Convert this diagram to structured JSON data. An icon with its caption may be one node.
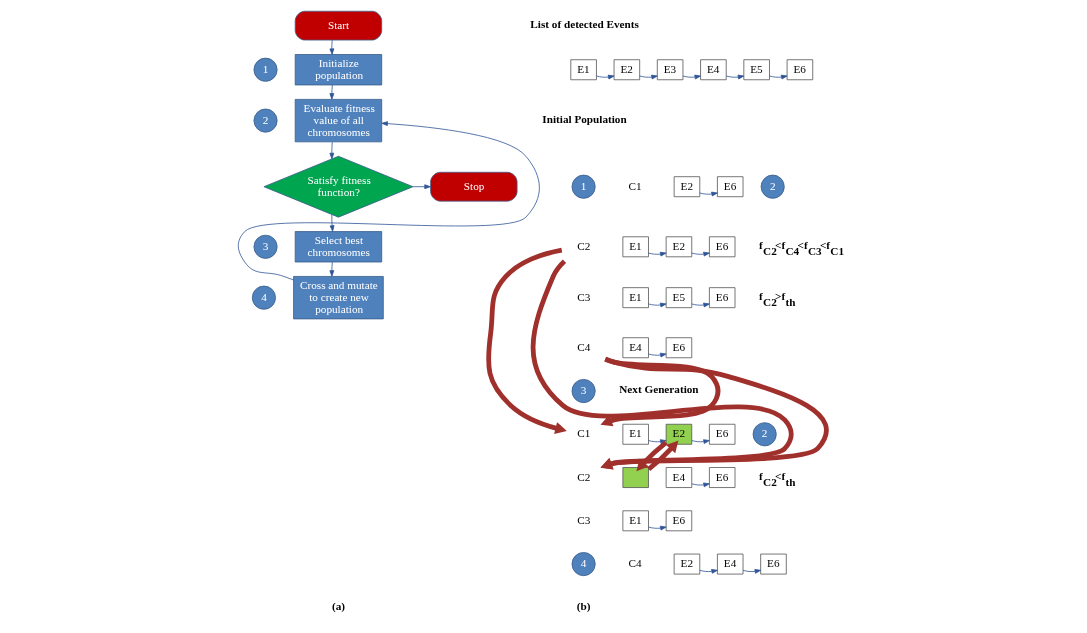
{
  "diagram": {
    "nodes": [
      {
        "text": [
          "Start"
        ]
      },
      {
        "text": [
          "1"
        ]
      },
      {
        "text": [
          "Initialize population"
        ]
      },
      {
        "text": [
          "Evaluate fitness value of all chromosomes"
        ]
      },
      {
        "text": [
          "2"
        ]
      },
      {
        "text": [
          "Satisfy fitness function?"
        ]
      },
      {
        "text": [
          "Stop"
        ]
      },
      {
        "text": [
          "3"
        ]
      },
      {
        "text": [
          "Select best chromosomes"
        ]
      },
      {
        "text": [
          "4"
        ]
      },
      {
        "text": [
          "Cross and mutate to create new population"
        ]
      },
      {
        "text": [
          "E1"
        ]
      },
      {
        "text": [
          "E2"
        ]
      },
      {
        "text": [
          "E3"
        ]
      },
      {
        "text": [
          "E4"
        ]
      },
      {
        "text": [
          "E5"
        ]
      },
      {
        "text": [
          "E6"
        ]
      },
      {
        "text": [
          "1"
        ]
      },
      {
        "text": [
          "E2"
        ]
      },
      {
        "text": [
          "E6"
        ]
      },
      {
        "text": [
          "2"
        ]
      },
      {
        "text": [
          "C2"
        ]
      },
      {
        "text": [
          "E1"
        ]
      },
      {
        "text": [
          "E2"
        ]
      },
      {
        "text": [
          "E6"
        ]
      },
      {
        "text": [
          "E1"
        ]
      },
      {
        "text": [
          "E5"
        ]
      },
      {
        "text": [
          "E6"
        ]
      },
      {
        "text": [
          "C4"
        ]
      },
      {
        "text": [
          "E4"
        ]
      },
      {
        "text": [
          "E6"
        ]
      },
      {
        "text": [
          "3"
        ]
      },
      {
        "text": [
          "C1"
        ]
      },
      {
        "text": [
          "E1"
        ]
      },
      {
        "text": [
          "E2"
        ]
      },
      {
        "text": [
          "E6"
        ]
      },
      {
        "text": [
          "2"
        ]
      },
      {
        "text": [
          "C2"
        ]
      },
      {
        "text": [],
        "shape": "box"
      },
      {
        "text": [
          "E4"
        ]
      },
      {
        "text": [
          "E6"
        ]
      },
      {
        "text": [
          "E1"
        ]
      },
      {
        "text": [
          "E6"
        ]
      },
      {
        "text": [
          "4"
        ]
      },
      {
        "text": [
          "E2"
        ]
      },
      {
        "text": [
          "E4"
        ]
      },
      {
        "text": [
          "E6"
        ]
      }
    ],
    "edges": [
      {
        "from": 0,
        "to": 2,
        "arrow": "to"
      },
      {
        "from": 2,
        "to": 3,
        "arrow": "to"
      },
      {
        "from": 3,
        "to": 5,
        "arrow": "to"
      },
      {
        "from": 5,
        "to": 6,
        "arrow": "to"
      },
      {
        "from": 5,
        "to": 8,
        "arrow": "to"
      },
      {
        "from": 8,
        "to": 10,
        "arrow": "to"
      },
      {
        "from": 10,
        "to": 3,
        "arrow": "to"
      },
      {
        "from": 11,
        "to": 12,
        "arrow": "to"
      },
      {
        "from": 12,
        "to": 13,
        "arrow": "to"
      },
      {
        "from": 13,
        "to": 14,
        "arrow": "to"
      },
      {
        "from": 14,
        "to": 15,
        "arrow": "to"
      },
      {
        "from": 15,
        "to": 16,
        "arrow": "to"
      },
      {
        "from": 18,
        "to": 19,
        "arrow": "to"
      },
      {
        "from": 22,
        "to": 23,
        "arrow": "to"
      },
      {
        "from": 23,
        "to": 24,
        "arrow": "to"
      },
      {
        "from": 25,
        "to": 26,
        "arrow": "to"
      },
      {
        "from": 26,
        "to": 27,
        "arrow": "to"
      },
      {
        "from": 29,
        "to": 30,
        "arrow": "to"
      },
      {
        "from": 21,
        "to": 32,
        "arrow": "to",
        "style": "thick",
        "color": "#a0302c"
      },
      {
        "from": 21,
        "to": 37,
        "arrow": "to",
        "style": "thick",
        "color": "#a0302c"
      },
      {
        "from": 28,
        "to": 32,
        "arrow": "to",
        "style": "thick",
        "color": "#a0302c"
      },
      {
        "from": 28,
        "to": 37,
        "arrow": "to",
        "style": "thick",
        "color": "#a0302c"
      },
      {
        "from": 33,
        "to": 34,
        "arrow": "to"
      },
      {
        "from": 34,
        "to": 35,
        "arrow": "to"
      },
      {
        "from": 34,
        "to": 38,
        "arrow": "to",
        "style": "thick",
        "color": "#a0302c"
      },
      {
        "from": 38,
        "to": 34,
        "arrow": "to",
        "style": "thick",
        "color": "#a0302c"
      },
      {
        "from": 39,
        "to": 40,
        "arrow": "to"
      },
      {
        "from": 41,
        "to": 42,
        "arrow": "to"
      },
      {
        "from": 44,
        "to": 45,
        "arrow": "to"
      },
      {
        "from": 45,
        "to": 46,
        "arrow": "to"
      }
    ],
    "labels": [
      "(a)",
      "List of detected Events",
      "Initial Population",
      "C1",
      "f$_{C2}$<f$_{C4}$<f$_{C3}$<f$_{C1}$",
      "f$_{C2}$>f$_{th}$",
      "C3",
      "Next Generation",
      "f$_{C2}$<f$_{th}$",
      "C3",
      "C4",
      "(b)"
    ]
  }
}
